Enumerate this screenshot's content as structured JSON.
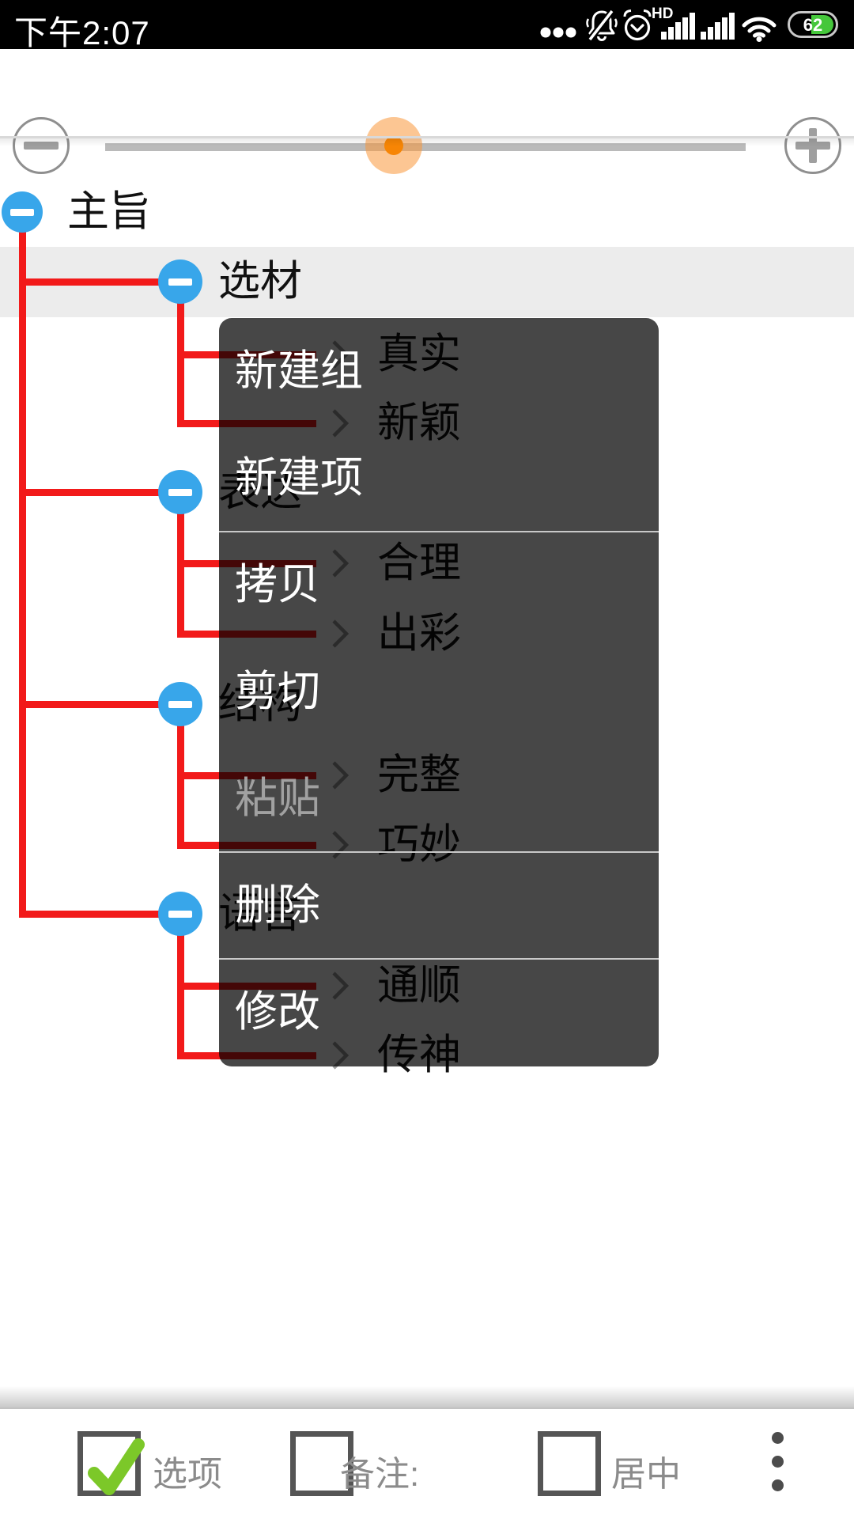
{
  "status_bar": {
    "time": "下午2:07",
    "hd_label": "HD",
    "battery_percent": "62",
    "icons": [
      "more-dots-icon",
      "bell-muted-icon",
      "alarm-clock-icon",
      "hd-signal-icon",
      "signal-icon",
      "wifi-icon",
      "battery-icon"
    ],
    "colors": {
      "battery_green": "#45c73b"
    }
  },
  "zoom_bar": {
    "minus_icon": "minus",
    "plus_icon": "plus",
    "thumb_position_fraction": 0.45,
    "colors": {
      "thumb_orange": "#f78505",
      "thumb_halo": "rgba(249,151,58,0.55)",
      "track_gray": "#bababa"
    }
  },
  "mindmap": {
    "colors": {
      "node_blue": "#38a6ea",
      "connector_red": "#f21a1a",
      "highlight_row": "#ececec"
    },
    "nodes": [
      {
        "label": "主旨",
        "level": 0,
        "expanded": true
      },
      {
        "label": "选材",
        "level": 1,
        "expanded": true,
        "highlighted": true
      },
      {
        "label": "真实",
        "level": 2
      },
      {
        "label": "新颖",
        "level": 2
      },
      {
        "label": "表达",
        "level": 1,
        "expanded": true
      },
      {
        "label": "合理",
        "level": 2
      },
      {
        "label": "出彩",
        "level": 2
      },
      {
        "label": "结构",
        "level": 1,
        "expanded": true
      },
      {
        "label": "完整",
        "level": 2
      },
      {
        "label": "巧妙",
        "level": 2
      },
      {
        "label": "语言",
        "level": 1,
        "expanded": true
      },
      {
        "label": "通顺",
        "level": 2
      },
      {
        "label": "传神",
        "level": 2
      }
    ]
  },
  "context_menu": {
    "items": [
      {
        "label": "新建组",
        "enabled": true
      },
      {
        "label": "新建项",
        "enabled": true,
        "divider_after": true
      },
      {
        "label": "拷贝",
        "enabled": true
      },
      {
        "label": "剪切",
        "enabled": true
      },
      {
        "label": "粘贴",
        "enabled": false,
        "divider_after": true
      },
      {
        "label": "删除",
        "enabled": true,
        "divider_after": true
      },
      {
        "label": "修改",
        "enabled": true
      }
    ]
  },
  "toolbar": {
    "checkboxes": [
      {
        "label": "选项",
        "checked": true
      },
      {
        "label": "备注:",
        "checked": false
      },
      {
        "label": "居中",
        "checked": false
      }
    ],
    "overflow_menu_icon": "kebab-vertical",
    "colors": {
      "check_green": "#7cc829"
    }
  }
}
